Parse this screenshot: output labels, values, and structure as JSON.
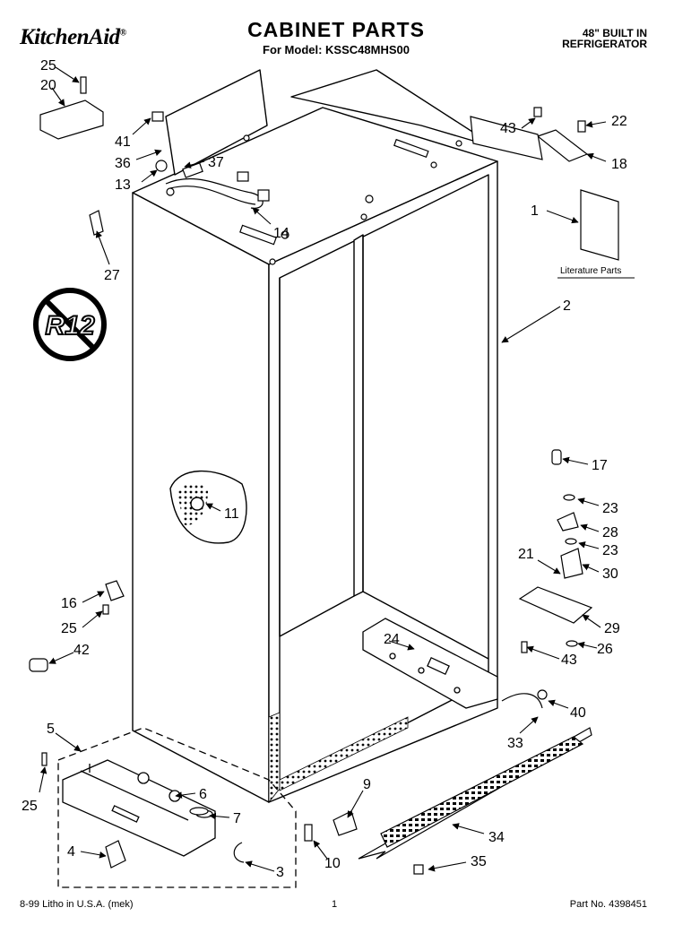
{
  "header": {
    "brand": "KitchenAid",
    "brand_mark": "®",
    "title": "CABINET PARTS",
    "subtitle": "For Model: KSSC48MHS00",
    "spec_line1": "48\" BUILT IN",
    "spec_line2": "REFRIGERATOR"
  },
  "badge": {
    "text": "R12",
    "meaning": "no-R12-symbol"
  },
  "literature": {
    "label": "Literature Parts"
  },
  "callouts": [
    "25",
    "20",
    "41",
    "36",
    "37",
    "13",
    "14",
    "27",
    "43",
    "22",
    "18",
    "1",
    "2",
    "11",
    "17",
    "23",
    "28",
    "23",
    "21",
    "30",
    "16",
    "25",
    "29",
    "42",
    "24",
    "26",
    "43",
    "40",
    "5",
    "6",
    "33",
    "9",
    "25",
    "7",
    "34",
    "4",
    "10",
    "3",
    "35"
  ],
  "footer": {
    "left": "8-99 Litho in U.S.A. (mek)",
    "page": "1",
    "part": "Part No. 4398451"
  }
}
